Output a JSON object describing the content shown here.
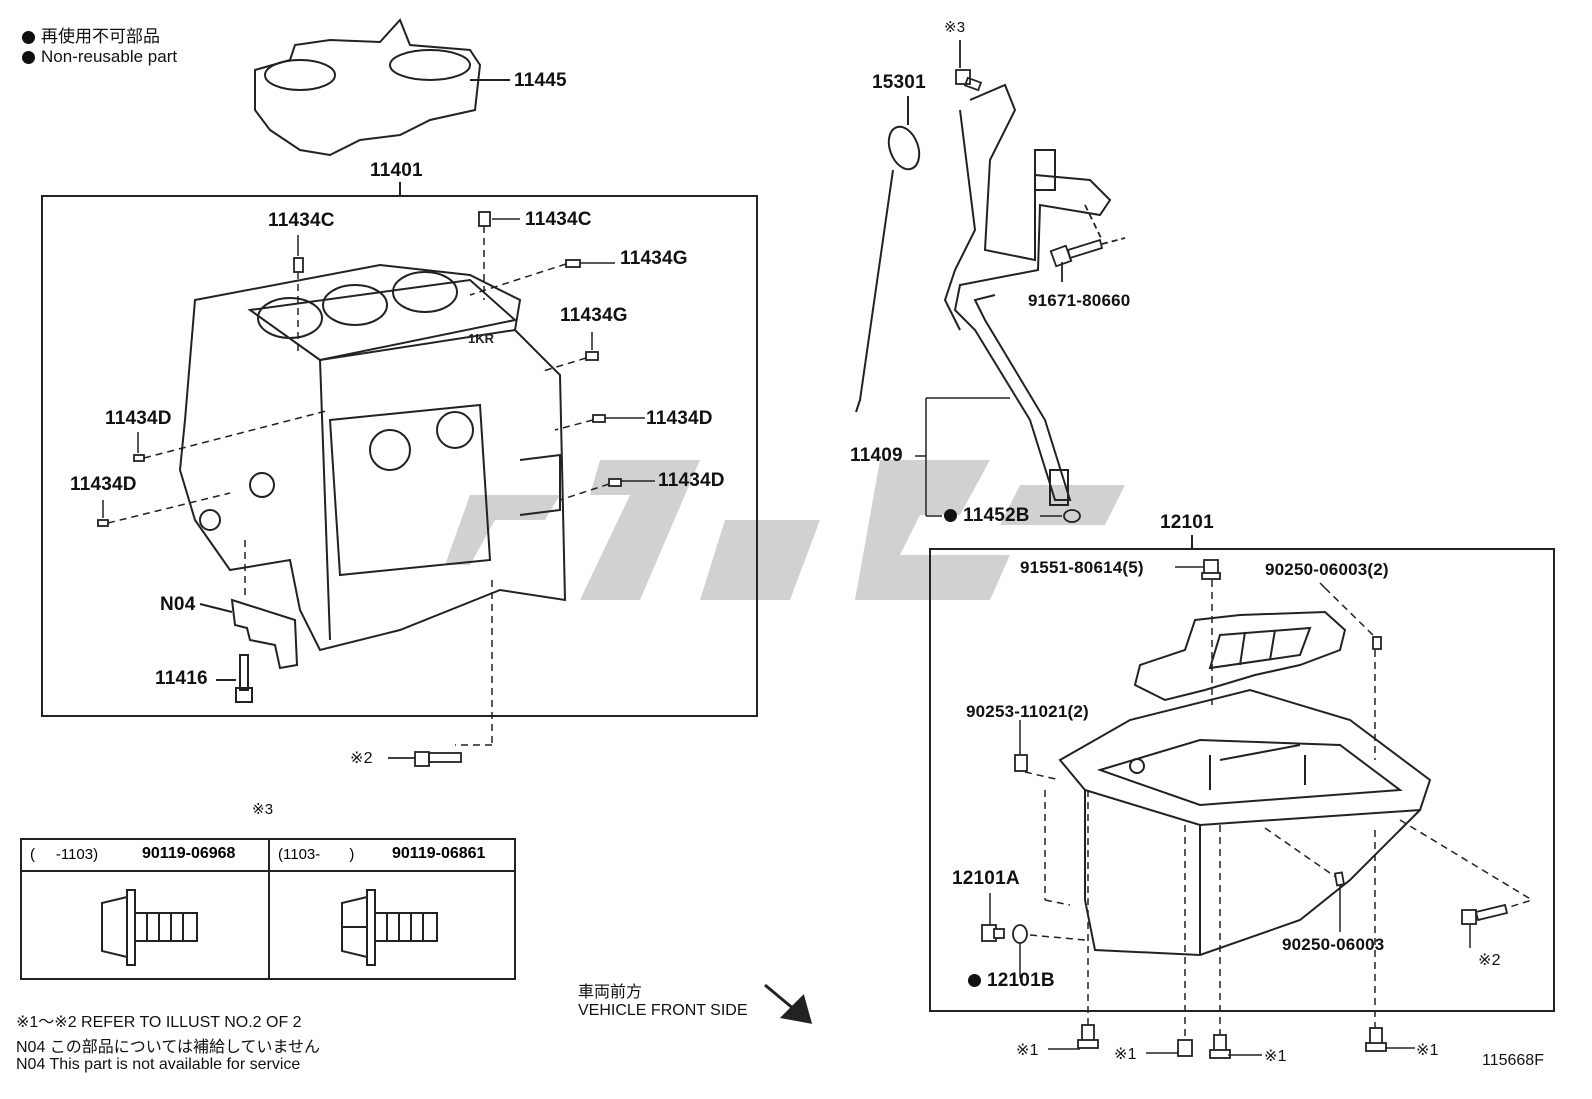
{
  "legend": {
    "jp": "再使用不可部品",
    "en": "Non-reusable part"
  },
  "parts": {
    "p11445": "11445",
    "p11401": "11401",
    "p11434c_a": "11434C",
    "p11434c_b": "11434C",
    "p11434g_a": "11434G",
    "p11434g_b": "11434G",
    "p11434d_a": "11434D",
    "p11434d_b": "11434D",
    "p11434d_c": "11434D",
    "p11434d_d": "11434D",
    "pN04": "N04",
    "p11416": "11416",
    "p15301": "15301",
    "p91671": "91671-80660",
    "p11409": "11409",
    "p11452b": "11452B",
    "p12101": "12101",
    "p91551": "91551-80614(5)",
    "p90250_2": "90250-06003(2)",
    "p90253": "90253-11021(2)",
    "p12101a": "12101A",
    "p12101b": "12101B",
    "p90250": "90250-06003"
  },
  "refs": {
    "r3_top": "※3",
    "r2_block": "※2",
    "r3_table": "※3",
    "r2_pan": "※2",
    "r1_a": "※1",
    "r1_b": "※1",
    "r1_c": "※1",
    "r1_d": "※1"
  },
  "bolt_table": {
    "left_range": "(     -1103)",
    "left_part": "90119-06968",
    "right_range": "(1103-       )",
    "right_part": "90119-06861"
  },
  "direction": {
    "jp": "車両前方",
    "en": "VEHICLE FRONT SIDE"
  },
  "notes": {
    "n1": "※1～※2 REFER TO ILLUST NO.2 OF 2",
    "n2": "N04  この部品については補給していません",
    "n3": "N04  This part is not available for service"
  },
  "figure_id": "115668F",
  "engine_mark": "1KR"
}
